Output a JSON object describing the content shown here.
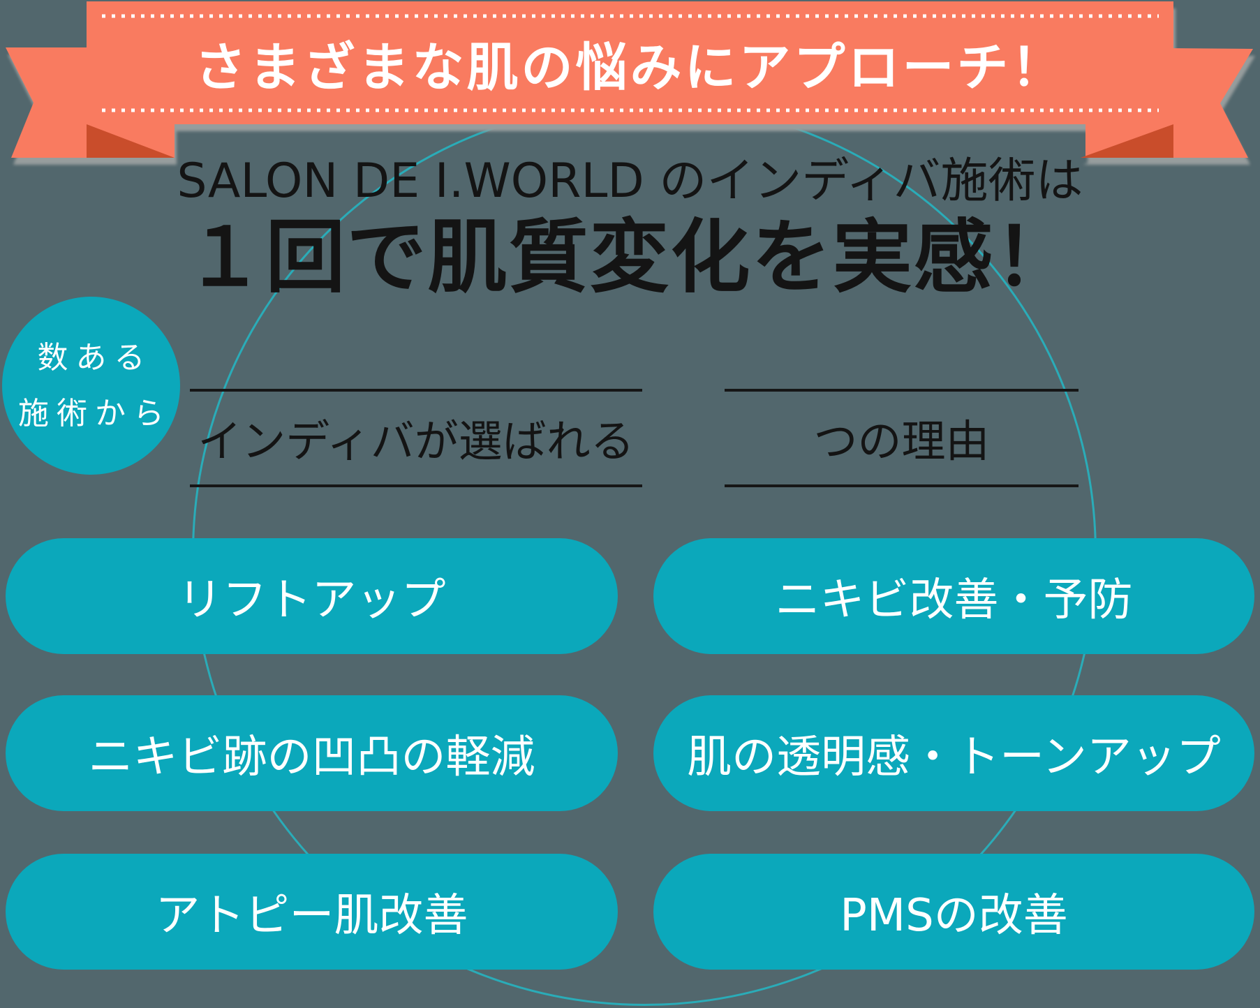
{
  "ribbon": {
    "label": "さまざまな肌の悩みにアプローチ！"
  },
  "intro": {
    "line": "SALON DE I.WORLD のインディバ施術は"
  },
  "headline": {
    "text": "１回で肌質変化を実感！"
  },
  "badge": {
    "line1": "数ある",
    "line2": "施術から"
  },
  "reasons": {
    "left_phrase": "インディバが選ばれる",
    "right_phrase": "つの理由"
  },
  "benefits": [
    {
      "label": "リフトアップ"
    },
    {
      "label": "ニキビ改善・予防"
    },
    {
      "label": "ニキビ跡の凹凸の軽減"
    },
    {
      "label": "肌の透明感・トーンアップ"
    },
    {
      "label": "アトピー肌改善"
    },
    {
      "label": "PMSの改善"
    }
  ],
  "colors": {
    "background": "#52676d",
    "ribbon_coral": "#f97b60",
    "ribbon_fold": "#c94d2b",
    "ribbon_shadow": "#979d9d",
    "teal": "#0ba8bb",
    "circle_outline": "#2aacb8",
    "text_dark": "#141414",
    "text_white": "#ffffff"
  }
}
